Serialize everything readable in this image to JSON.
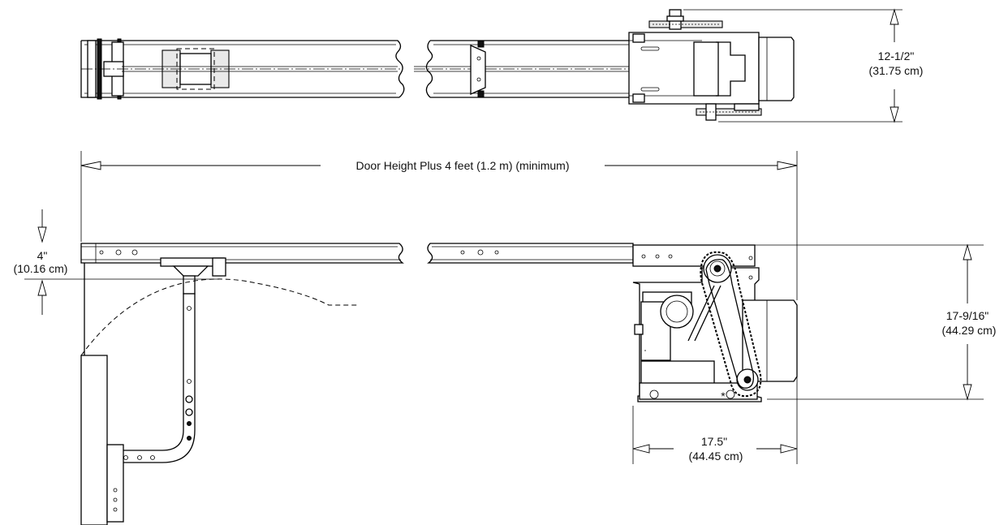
{
  "dimensions": {
    "side_height_in": "12-1/2\"",
    "side_height_cm": "(31.75 cm)",
    "rail_length": "Door Height Plus 4 feet (1.2 m) (minimum)",
    "header_clearance_in": "4\"",
    "header_clearance_cm": "(10.16 cm)",
    "unit_height_in": "17-9/16\"",
    "unit_height_cm": "(44.29 cm)",
    "unit_width_in": "17.5\"",
    "unit_width_cm": "(44.45 cm)"
  }
}
